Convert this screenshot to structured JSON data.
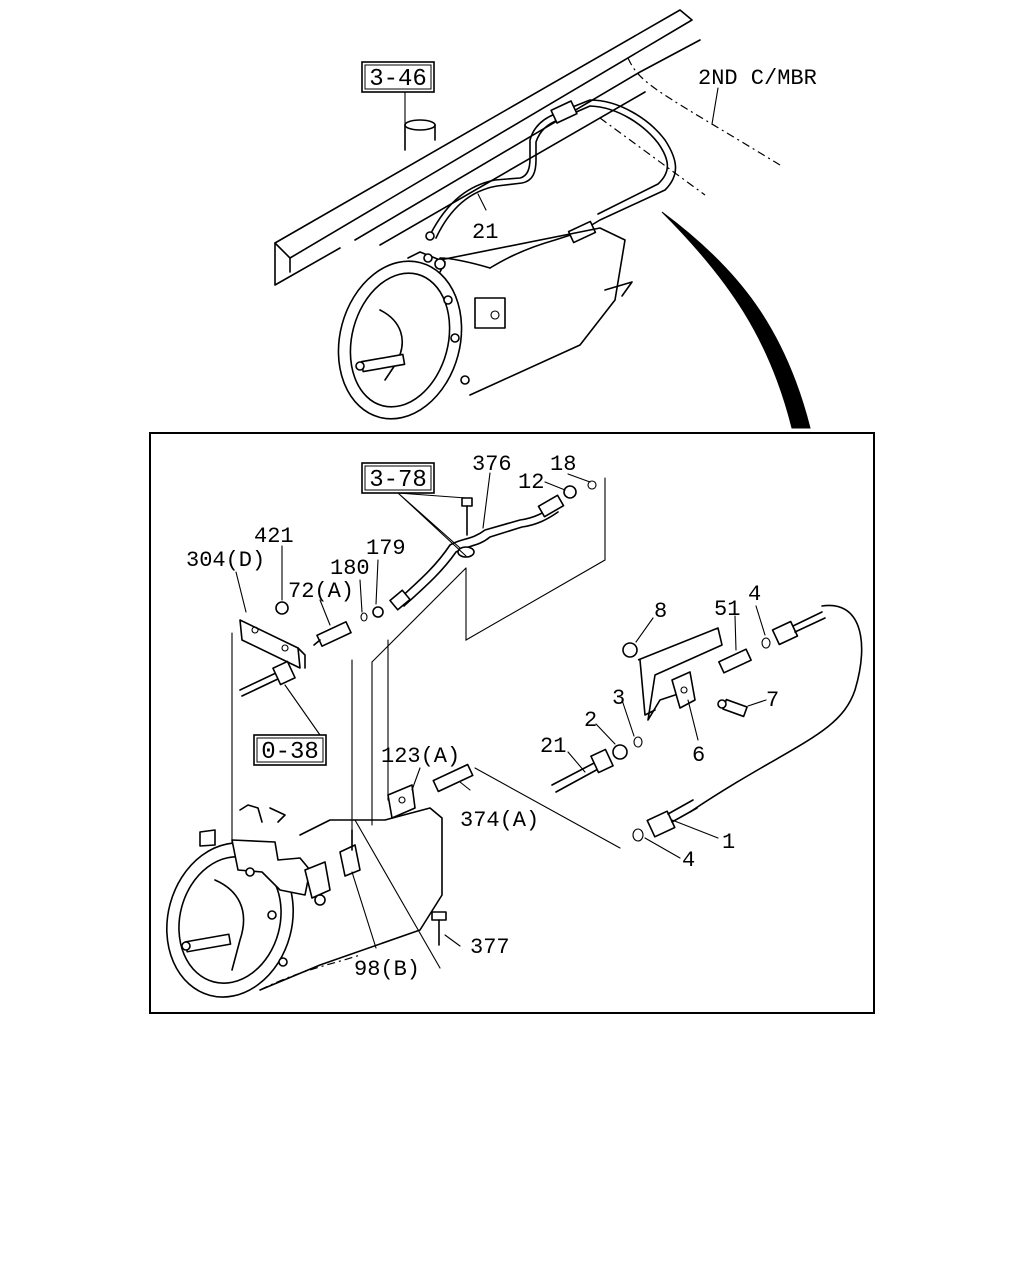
{
  "references": {
    "ref_top": "3-46",
    "ref_pipe": "3-78",
    "ref_bolt": "0-38"
  },
  "callouts": {
    "frame_member": "2ND C/MBR",
    "top_pipe": "21",
    "p376": "376",
    "p18": "18",
    "p12": "12",
    "p421": "421",
    "p304": "304(D)",
    "p179": "179",
    "p180": "180",
    "p72": "72(A)",
    "p8": "8",
    "p51": "51",
    "p4_top": "4",
    "p7": "7",
    "p3": "3",
    "p2": "2",
    "p6": "6",
    "p21": "21",
    "p123": "123(A)",
    "p374": "374(A)",
    "p1": "1",
    "p4_bot": "4",
    "p377": "377",
    "p98": "98(B)"
  }
}
